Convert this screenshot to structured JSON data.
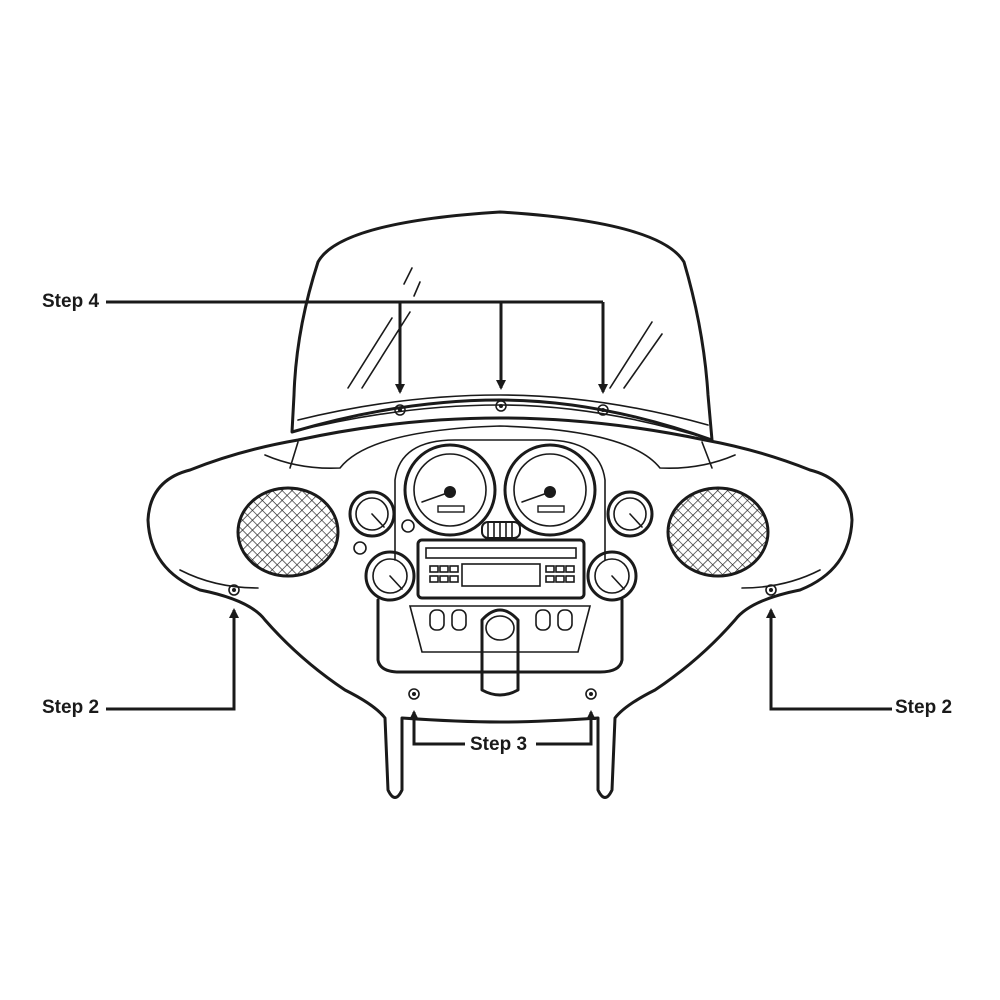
{
  "labels": {
    "step4": "Step 4",
    "step2_left": "Step 2",
    "step2_right": "Step 2",
    "step3": "Step 3"
  }
}
